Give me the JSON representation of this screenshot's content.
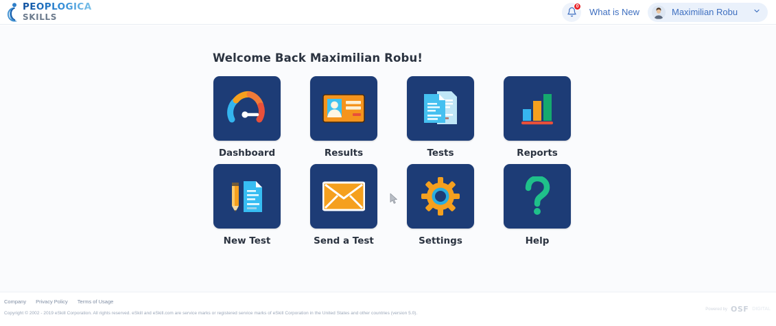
{
  "header": {
    "logo": {
      "name": "PEOPLOGICA",
      "sub": "SKILLS",
      "icon": "person-logo-icon"
    },
    "notifications": {
      "icon": "bell-icon",
      "badge": "0"
    },
    "whats_new_label": "What is New",
    "user": {
      "name": "Maximilian Robu",
      "avatar_icon": "user-avatar-icon",
      "chevron_icon": "chevron-down-icon"
    }
  },
  "main": {
    "welcome_text": "Welcome Back Maximilian Robu!",
    "tiles": [
      {
        "label": "Dashboard",
        "icon": "gauge-icon"
      },
      {
        "label": "Results",
        "icon": "id-card-icon"
      },
      {
        "label": "Tests",
        "icon": "documents-icon"
      },
      {
        "label": "Reports",
        "icon": "bar-chart-icon"
      },
      {
        "label": "New Test",
        "icon": "pencil-document-icon"
      },
      {
        "label": "Send a Test",
        "icon": "envelope-icon"
      },
      {
        "label": "Settings",
        "icon": "gear-icon"
      },
      {
        "label": "Help",
        "icon": "question-mark-icon"
      }
    ]
  },
  "footer": {
    "links": [
      "Company",
      "Privacy Policy",
      "Terms of Usage"
    ],
    "copyright": "Copyright © 2002 - 2019 eSkill Corporation. All rights reserved. eSkill and eSkill.com are service marks or registered service marks of eSkill Corporation in the United States and other countries (version 5.0).",
    "powered_by_label": "Powered by",
    "powered_by_brand": "OSF",
    "powered_by_extra": "DIGITAL"
  },
  "colors": {
    "tile_bg": "#1d3c76",
    "accent_blue": "#3e6fc0",
    "badge_red": "#e8242a",
    "orange": "#f5a01e",
    "green": "#18a97a",
    "page_bg": "#fafbfd"
  }
}
